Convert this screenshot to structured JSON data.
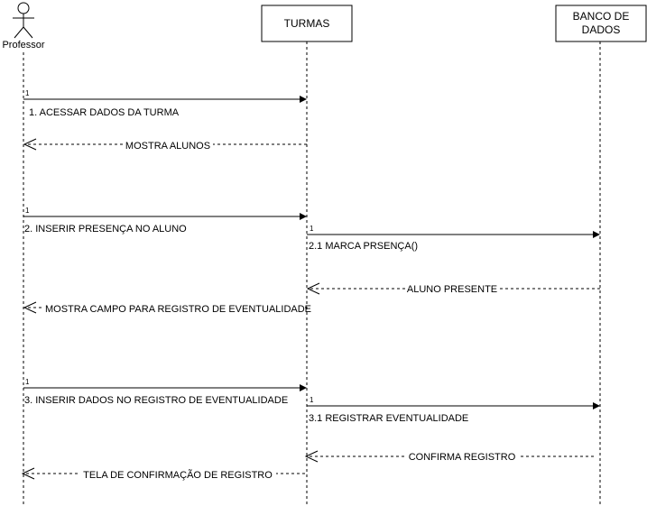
{
  "participants": {
    "professor": "Professor",
    "turmas": "TURMAS",
    "banco_line1": "BANCO DE",
    "banco_line2": "DADOS"
  },
  "messages": {
    "m1_mult": "1",
    "m1": "1. ACESSAR DADOS DA TURMA",
    "r1": "MOSTRA ALUNOS",
    "m2_mult": "1",
    "m2": "2. INSERIR PRESENÇA NO ALUNO",
    "m21_mult": "1",
    "m21": "2.1 MARCA PRSENÇA()",
    "r21": "ALUNO PRESENTE",
    "r2": "MOSTRA CAMPO PARA  REGISTRO DE EVENTUALIDADE",
    "m3_mult": "1",
    "m3": "3. INSERIR DADOS NO REGISTRO DE EVENTUALIDADE",
    "m31_mult": "1",
    "m31": "3.1  REGISTRAR EVENTUALIDADE",
    "r31": "CONFIRMA REGISTRO",
    "r3": "TELA DE CONFIRMAÇÃO DE REGISTRO"
  }
}
